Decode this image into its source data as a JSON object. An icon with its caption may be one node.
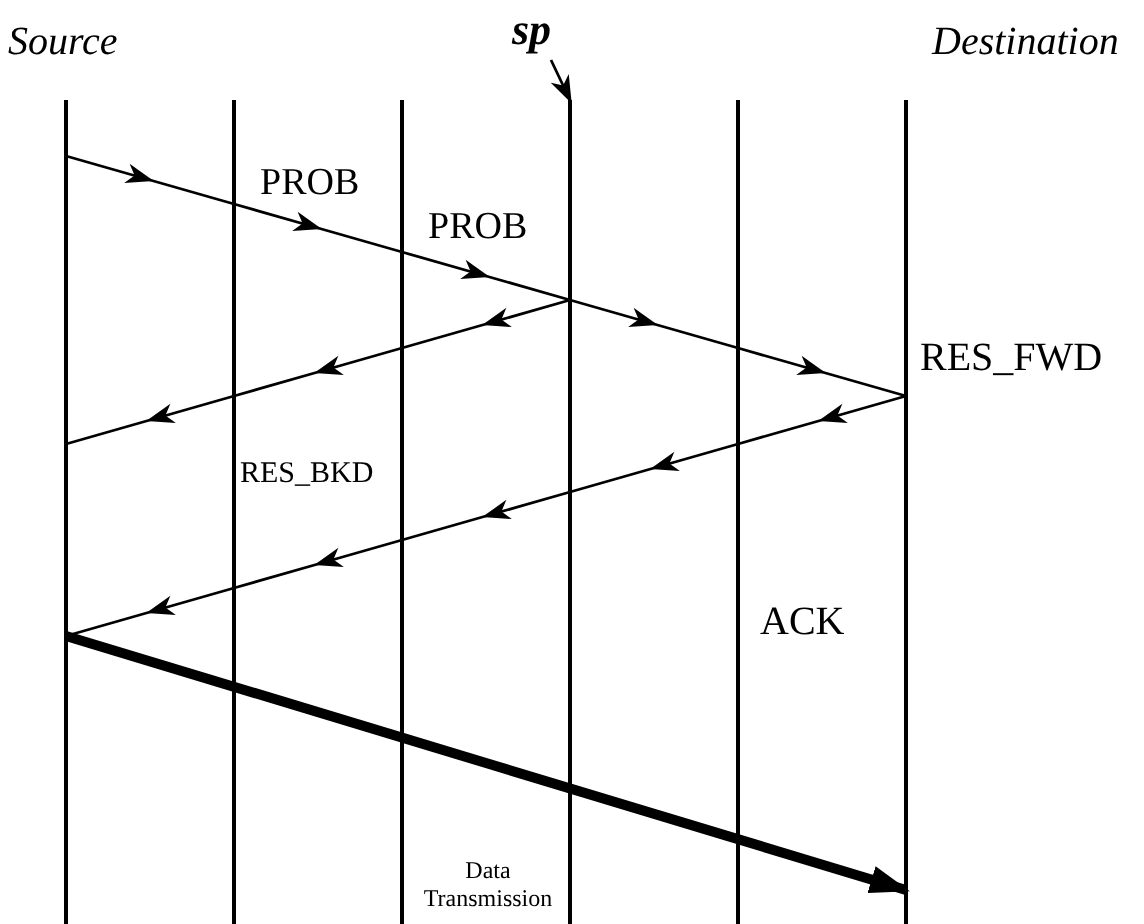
{
  "diagram": {
    "nodes": [
      {
        "text": [],
        "shape": "bar"
      },
      {
        "text": [],
        "shape": "bar"
      },
      {
        "text": [],
        "shape": "bar"
      },
      {
        "text": [],
        "shape": "bar"
      },
      {
        "text": [],
        "shape": "bar"
      },
      {
        "text": [],
        "shape": "bar"
      },
      {
        "text": [
          "sp"
        ]
      }
    ],
    "edges": [
      {
        "from": 0,
        "to": 1,
        "arrow": "to"
      },
      {
        "from": 1,
        "to": 2,
        "arrow": "to"
      },
      {
        "from": 2,
        "to": 3,
        "arrow": "to"
      },
      {
        "from": 3,
        "to": 4,
        "arrow": "to"
      },
      {
        "from": 4,
        "to": 5,
        "arrow": "to"
      },
      {
        "from": 3,
        "to": 2,
        "arrow": "to"
      },
      {
        "from": 2,
        "to": 1,
        "arrow": "to"
      },
      {
        "from": 1,
        "to": 0,
        "arrow": "to"
      },
      {
        "from": 5,
        "to": 4,
        "arrow": "to"
      },
      {
        "from": 4,
        "to": 3,
        "arrow": "to"
      },
      {
        "from": 3,
        "to": 2,
        "arrow": "to"
      },
      {
        "from": 2,
        "to": 1,
        "arrow": "to"
      },
      {
        "from": 1,
        "to": 0,
        "arrow": "to"
      },
      {
        "from": 0,
        "to": 5,
        "arrow": "to",
        "style": "thick"
      },
      {
        "from": 6,
        "to": 3,
        "arrow": "to"
      }
    ],
    "labels": [
      "Source",
      "Destination",
      "PROB",
      "PROB",
      "RES_FWD",
      "RES_BKD",
      "ACK",
      "Data Transmission"
    ]
  }
}
